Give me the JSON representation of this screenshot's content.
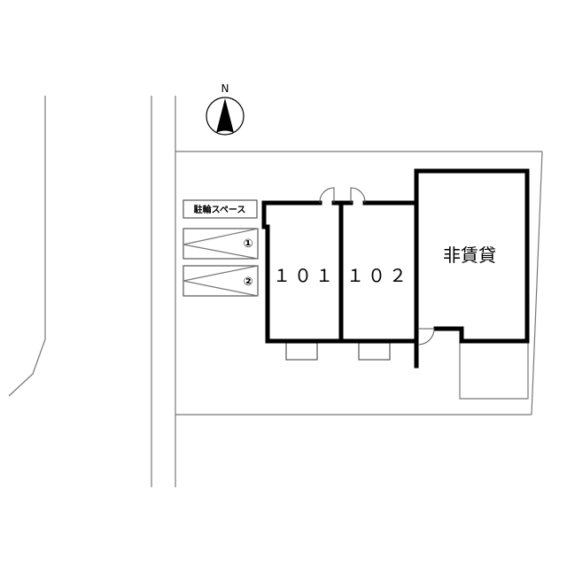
{
  "compass": {
    "label": "N"
  },
  "bicycle_parking": {
    "label": "駐輪スペース"
  },
  "parking": [
    {
      "label": "①"
    },
    {
      "label": "②"
    }
  ],
  "units": [
    {
      "label": "１０１"
    },
    {
      "label": "１０２"
    }
  ],
  "non_rental": {
    "label": "非賃貸"
  },
  "colors": {
    "wall": "#000000",
    "line": "#777777",
    "background": "#ffffff"
  }
}
